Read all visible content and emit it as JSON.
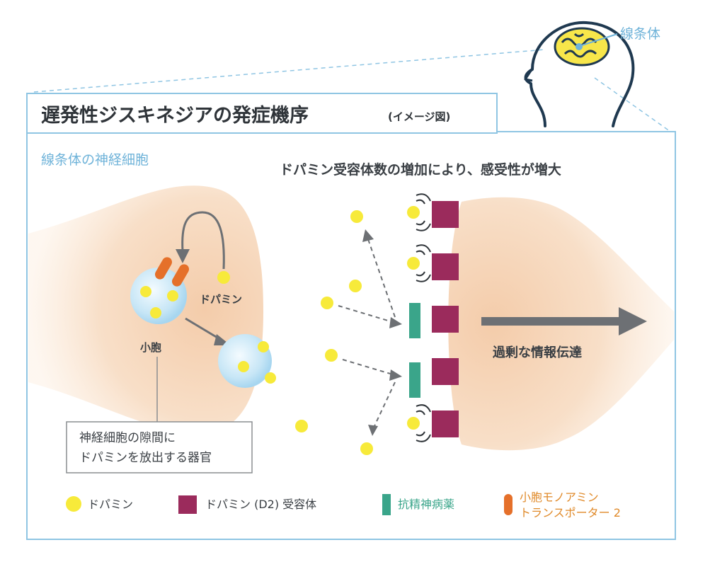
{
  "title": {
    "main": "遅発性ジスキネジアの発症機序",
    "sub": "(イメージ図)"
  },
  "brain_label": "線条体",
  "section_label": "線条体の神経細胞",
  "headline": "ドパミン受容体数の増加により、感受性が増大",
  "labels": {
    "dopamine": "ドパミン",
    "vesicle": "小胞",
    "callout_line1": "神経細胞の隙間に",
    "callout_line2": "ドパミンを放出する器官",
    "excess_signal": "過剰な情報伝達"
  },
  "legend": [
    {
      "label": "ドパミン",
      "color": "#f7ea3a",
      "icon": "dopamine-dot-icon"
    },
    {
      "label": "ドパミン (D2) 受容体",
      "color": "#9b2b5c",
      "icon": "d2-receptor-square-icon"
    },
    {
      "label": "抗精神病薬",
      "color": "#3aa58a",
      "icon": "antipsychotic-bar-icon"
    },
    {
      "label_line1": "小胞モノアミン",
      "label_line2": "トランスポーター 2",
      "color": "#e5702a",
      "icon": "vmat2-pill-icon"
    }
  ],
  "colors": {
    "frame": "#8fc5e3",
    "dopamine": "#f7ea3a",
    "receptor": "#9b2b5c",
    "drug": "#3aa58a",
    "vmat2": "#e5702a",
    "legend_green_text": "#3aa58a",
    "legend_orange_text": "#e08a2a"
  }
}
